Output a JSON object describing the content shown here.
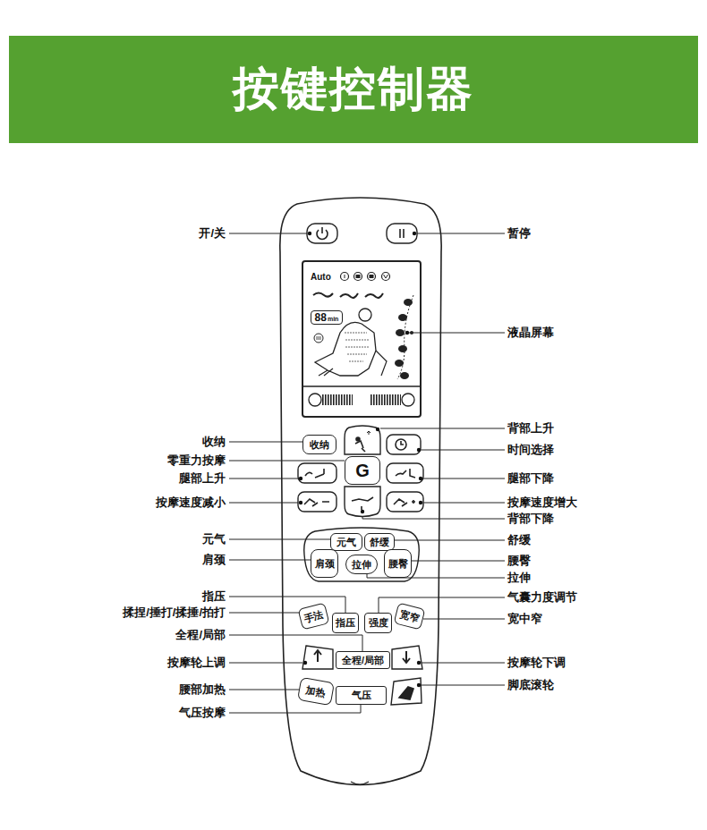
{
  "diagram": {
    "title": "按键控制器",
    "nodes": [
      {
        "text": [
          "88",
          "min"
        ]
      },
      {
        "text": [
          "收纳"
        ]
      },
      {
        "text": [
          "G"
        ]
      },
      {
        "text": [
          "元气"
        ]
      },
      {
        "text": [
          "舒缓"
        ]
      },
      {
        "text": [
          "肩颈"
        ]
      },
      {
        "text": [
          "拉伸"
        ]
      },
      {
        "text": [
          "腰臀"
        ]
      },
      {
        "text": [
          "手法"
        ]
      },
      {
        "text": [
          "指压"
        ]
      },
      {
        "text": [
          "强度"
        ]
      },
      {
        "text": [
          "宽窄"
        ]
      },
      {
        "text": [
          "全程/局部"
        ]
      },
      {
        "text": [
          "加热"
        ]
      },
      {
        "text": [
          "气压"
        ]
      }
    ],
    "labels": [
      "开/关",
      "暂停",
      "Auto",
      "液晶屏幕",
      "背部上升",
      "收纳",
      "时间选择",
      "零重力按摩",
      "腿部上升",
      "腿部下降",
      "按摩速度减小",
      "按摩速度增大",
      "背部下降",
      "元气",
      "舒缓",
      "肩颈",
      "腰臀",
      "拉伸",
      "指压",
      "气囊力度调节",
      "揉捏/捶打/揉捶/拍打",
      "宽中窄",
      "全程/局部",
      "按摩轮上调",
      "按摩轮下调",
      "腰部加热",
      "脚底滚轮",
      "气压按摩"
    ]
  }
}
